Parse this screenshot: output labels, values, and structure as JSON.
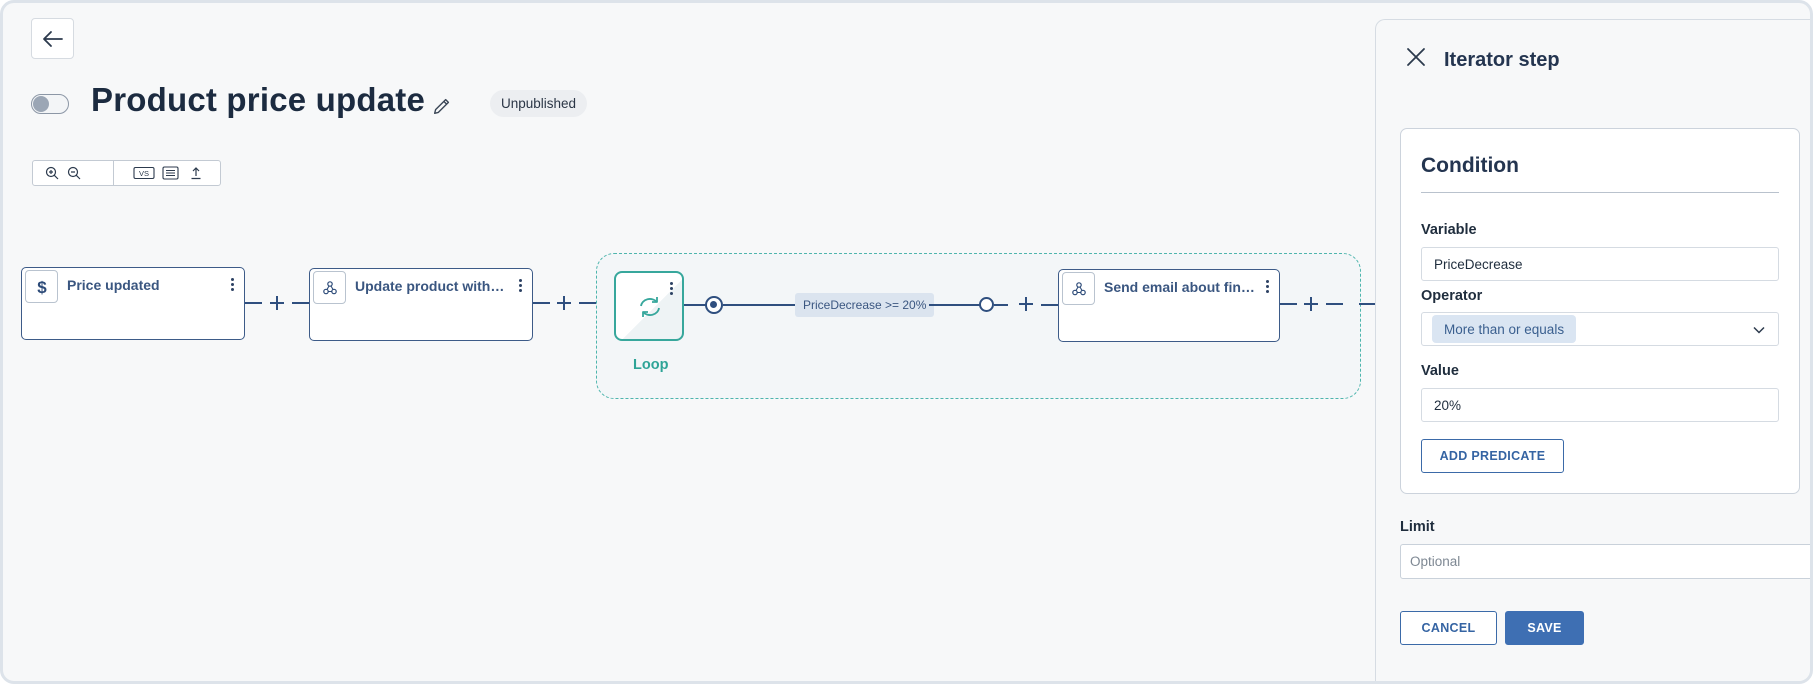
{
  "header": {
    "title": "Product price update",
    "status_badge": "Unpublished"
  },
  "toolbar": {
    "items": [
      "zoom-in-icon",
      "zoom-out-icon",
      "vs-icon",
      "list-icon",
      "export-icon"
    ],
    "vs_label": "VS"
  },
  "flow": {
    "nodes": [
      {
        "label": "Price updated",
        "icon": "dollar-icon"
      },
      {
        "label": "Update product with t...",
        "icon": "webhook-icon"
      },
      {
        "label": "Send email about final...",
        "icon": "webhook-icon"
      }
    ],
    "loop": {
      "label": "Loop",
      "icon": "loop-arrows-icon"
    },
    "condition_chip": "PriceDecrease >= 20%"
  },
  "panel": {
    "title": "Iterator step",
    "condition": {
      "title": "Condition",
      "variable_label": "Variable",
      "variable_value": "PriceDecrease",
      "operator_label": "Operator",
      "operator_value": "More than or equals",
      "value_label": "Value",
      "value_value": "20%",
      "add_predicate": "ADD PREDICATE"
    },
    "limit_label": "Limit",
    "limit_placeholder": "Optional",
    "cancel": "CANCEL",
    "save": "SAVE"
  },
  "colors": {
    "primary": "#3e6fb3",
    "node_border": "#3d5b88",
    "loop_accent": "#37a79c"
  }
}
